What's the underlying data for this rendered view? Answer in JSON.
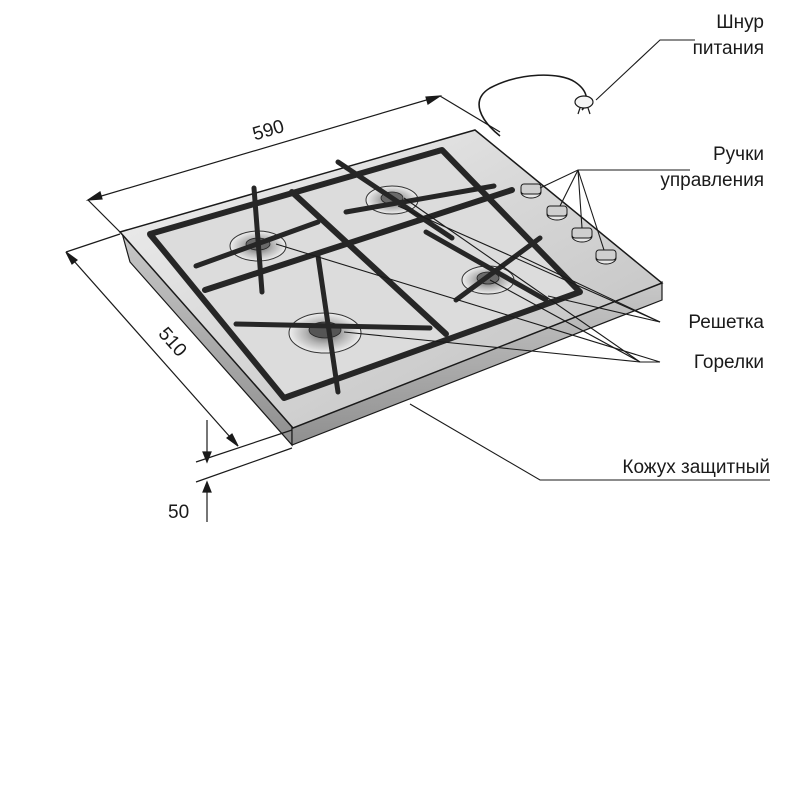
{
  "dimensions": {
    "width": "590",
    "depth": "510",
    "height": "50"
  },
  "callouts": {
    "power_cord": [
      "Шнур",
      "питания"
    ],
    "control_knobs": [
      "Ручки",
      "управления"
    ],
    "grate": "Решетка",
    "burners": "Горелки",
    "protective_casing": "Кожух защитный"
  },
  "colors": {
    "outline": "#1a1a1a",
    "steel": "#d9d9d9",
    "steel_dark": "#a8a8a8",
    "grate": "#262626",
    "burner": "#8c8c8c"
  }
}
